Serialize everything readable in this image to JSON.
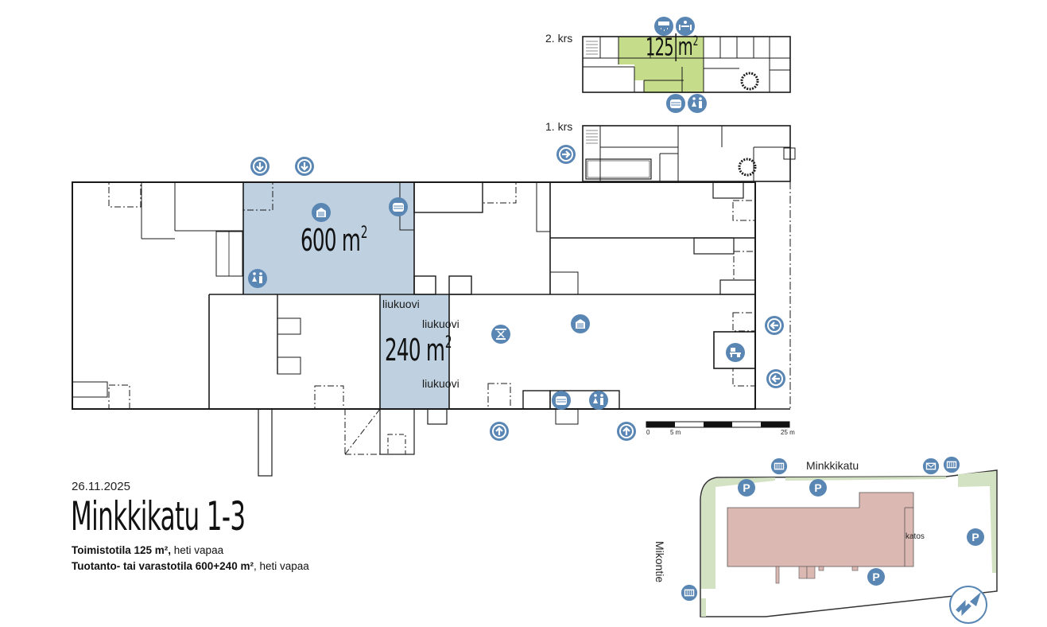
{
  "header": {
    "date": "26.11.2025",
    "title": "Minkkikatu 1-3",
    "lines": [
      {
        "bold": "Toimistotila 125 m²,",
        "rest": " heti vapaa"
      },
      {
        "bold": "Tuotanto- tai varastotila 600+240 m²",
        "rest": ", heti vapaa"
      }
    ]
  },
  "floors": {
    "second": {
      "label": "2. krs",
      "area_value": "125",
      "area_unit": "m",
      "area_exp": "2",
      "highlight_color": "#c5dc8a"
    },
    "first": {
      "label": "1. krs"
    }
  },
  "spaces": [
    {
      "id": "hall-600",
      "area_value": "600",
      "area_unit": "m",
      "area_exp": "2",
      "color": "#bfd0e0"
    },
    {
      "id": "hall-240",
      "area_value": "240",
      "area_unit": "m",
      "area_exp": "2",
      "color": "#bfd0e0"
    }
  ],
  "door_labels": [
    "liukuovi",
    "liukuovi",
    "liukuovi"
  ],
  "scale_bar": {
    "labels": [
      "0",
      "5 m",
      "25 m"
    ]
  },
  "site_map": {
    "streets": [
      "Minkkikatu",
      "Mikontie"
    ],
    "katos": "katos",
    "building_color": "#dcb8b2",
    "green_color": "#d4e2c4"
  },
  "colors": {
    "icon_blue": "#5a86b4",
    "wall": "#1a1a1a"
  },
  "icons": [
    "entrance-arrow-down-icon",
    "entrance-arrow-down-icon",
    "garage-door-icon",
    "coffee-kitchen-icon",
    "restroom-icon",
    "air-conditioning-icon",
    "meeting-room-icon",
    "coffee-kitchen-icon",
    "restroom-icon",
    "entrance-arrow-right-icon",
    "lift-table-icon",
    "garage-door-icon",
    "entrance-arrow-left-icon",
    "office-desk-icon",
    "entrance-arrow-left-icon",
    "coffee-kitchen-icon",
    "restroom-icon",
    "entrance-arrow-up-icon",
    "entrance-arrow-up-icon",
    "parking-icon",
    "gate-icon",
    "mailbox-icon",
    "north-arrow-icon"
  ]
}
